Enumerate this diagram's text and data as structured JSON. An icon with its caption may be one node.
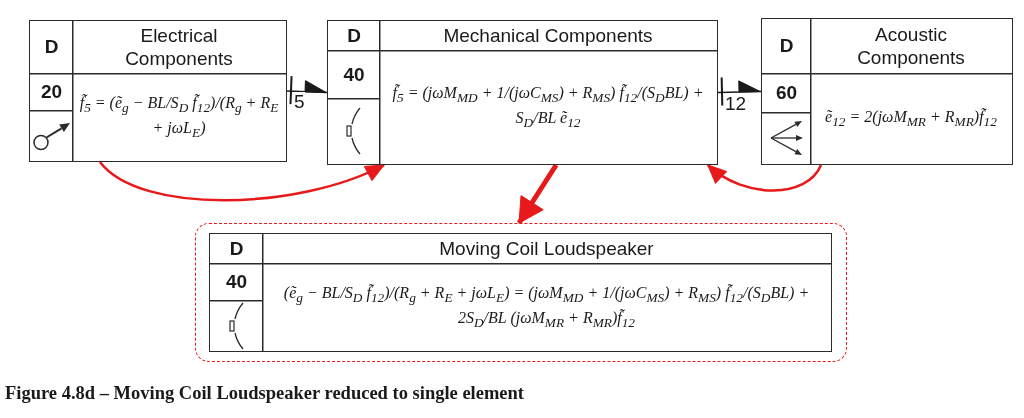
{
  "diagram": {
    "caption": "Figure 4.8d – Moving Coil Loudspeaker reduced to single element",
    "nodes": [
      {
        "text": [
          "D",
          "Electrical Components",
          "20",
          "f̃$_{5}$ = (ẽ$_{g}$ − BL/S$_{D}$ f̃$_{12}$)/(R$_{g}$ + R$_{E}$ + jωL$_{E}$)"
        ]
      },
      {
        "text": [
          "D",
          "Mechanical Components",
          "40",
          "f̃$_{5}$ = (jωM$_{MD}$ + 1/(jωC$_{MS}$) + R$_{MS}$) f̃$_{12}$/(S$_{D}$BL) + S$_{D}$/BL ẽ$_{12}$"
        ]
      },
      {
        "text": [
          "D",
          "Acoustic Components",
          "60",
          "ẽ$_{12}$ = 2(jωM$_{MR}$ + R$_{MR}$)f̃$_{12}$"
        ]
      },
      {
        "text": [],
        "shape": "box"
      },
      {
        "text": [
          "D",
          "Moving Coil Loudspeaker",
          "40",
          "(ẽ$_{g}$ − BL/S$_{D}$ f̃$_{12}$)/(R$_{g}$ + R$_{E}$ + jωL$_{E}$) = (jωM$_{MD}$ + 1/(jωC$_{MS}$) + R$_{MS}$) f̃$_{12}$/(S$_{D}$BL) + 2S$_{D}$/BL (jωM$_{MR}$ + R$_{MR}$)f̃$_{12}$"
        ],
        "in": 3
      }
    ],
    "edges": [
      {
        "from": 0,
        "to": 1,
        "arrow": "to",
        "label": "5",
        "color": "#1a1a1a"
      },
      {
        "from": 1,
        "to": 2,
        "arrow": "to",
        "label": "12",
        "color": "#1a1a1a"
      },
      {
        "from": 0,
        "to": 1,
        "arrow": "to"
      },
      {
        "from": 2,
        "to": 1,
        "arrow": "to"
      },
      {
        "from": 1,
        "to": 3,
        "arrow": "to",
        "style": "thick"
      }
    ]
  }
}
